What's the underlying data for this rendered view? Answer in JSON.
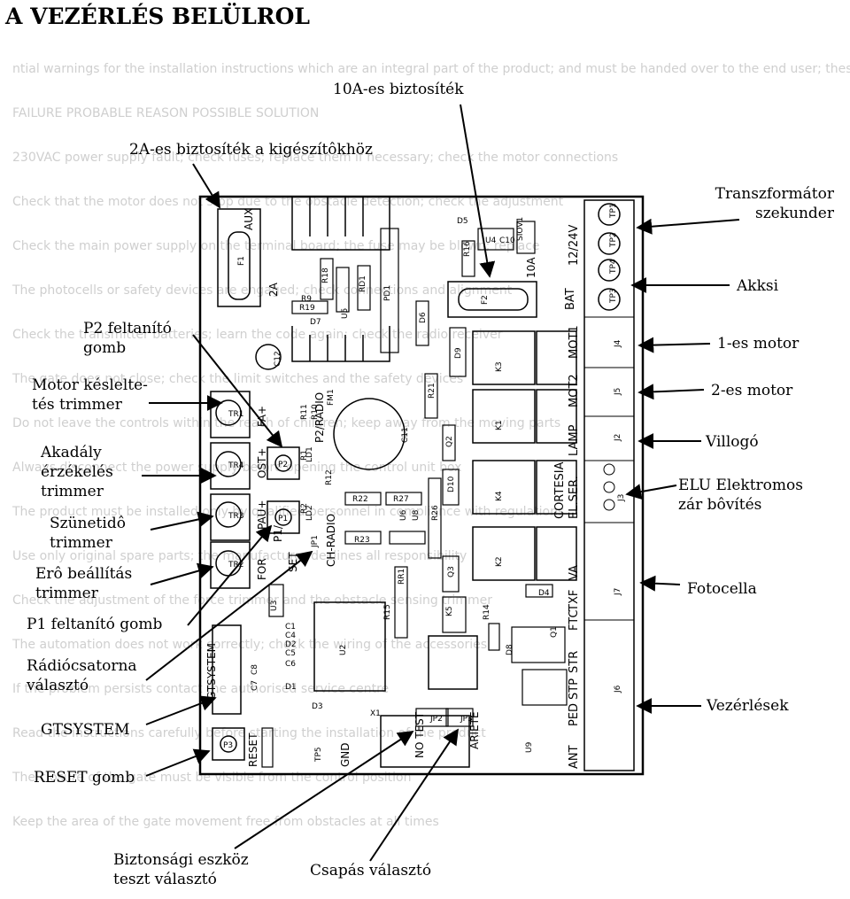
{
  "title": "A VEZÉRLÉS BELÜLROL",
  "background_text": [
    "ntial warnings for the installation instructions which are an integral part of the product; and must be handed over to the end user; these provide important installation, use and maintenance instructions. Keep this form and give it to any person who may use the system; the installation, programming and maintenance must be carried out by qualified personnel",
    "FAILURE          PROBABLE REASON          POSSIBLE SOLUTION",
    "230VAC power supply fault; check fuses; replace them if necessary; check the motor connections",
    "Check that the motor does not stop due to the obstacle detection; check the adjustment",
    "Check the main power supply on the terminal board; the fuse may be blown; replace",
    "The photocells or safety devices are engaged; check connections and alignment",
    "Check the transmitter batteries; learn the code again; check the radio receiver",
    "The gate does not close; check the limit switches and the safety devices",
    "Do not leave the controls within the reach of children; keep away from the moving parts",
    "Always disconnect the power supply before opening the control unit box",
    "The product must be installed only by qualified personnel in compliance with regulations",
    "Use only original spare parts; the manufacturer declines all responsibility",
    "Check the adjustment of the force trimmer and the obstacle sensing trimmer",
    "The automation does not work correctly; check the wiring of the accessories",
    "If the problem persists contact the authorised service centre",
    "Read the instructions carefully before starting the installation of the product",
    "The closure of the gate must be visible from the control position",
    "Keep the area of the gate movement free from obstacles at all times"
  ],
  "board": {
    "connectors": [
      "TP1",
      "TP2",
      "TP4",
      "TP3",
      "J4",
      "J5",
      "J2",
      "J3",
      "J7",
      "J6"
    ],
    "terminal_labels": [
      "12/24V",
      "BAT",
      "MOT1",
      "MOT2",
      "LAMP",
      "CORTESIA",
      "EL.SER.",
      "VA",
      "TXF",
      "FTC",
      "STR",
      "STP",
      "PED",
      "ANT"
    ],
    "left_labels": [
      "AUX",
      "2A",
      "P2/RADIO",
      "FA+",
      "OST+",
      "PAU+",
      "FOR",
      "SET",
      "P1/",
      "CH-RADIO",
      "GTSYSTEM",
      "RESET",
      "GND",
      "NO TEST",
      "ARIETE"
    ],
    "component_labels": [
      "F1",
      "F2",
      "10A",
      "R18",
      "R19",
      "RD1",
      "PD1",
      "D6",
      "D9",
      "R16",
      "U4",
      "C10",
      "SIOV1",
      "D5",
      "K3",
      "K1",
      "K4",
      "K2",
      "R21",
      "Q2",
      "D10",
      "R26",
      "Q3",
      "C11",
      "C12",
      "FM1",
      "U5",
      "D7",
      "R9",
      "TR1",
      "TR4",
      "TR3",
      "TR2",
      "P1",
      "P2",
      "P3",
      "LD1",
      "LD2",
      "R11",
      "R10",
      "R1",
      "R12",
      "R2",
      "R22",
      "R27",
      "R23",
      "U2",
      "U3",
      "U6",
      "U8",
      "U9",
      "RR1",
      "R15",
      "R14",
      "K5",
      "JP1",
      "JP2",
      "JP3",
      "X1",
      "TP5",
      "D1",
      "D2",
      "D3",
      "D4",
      "C1",
      "C4",
      "C5",
      "C6",
      "C7",
      "C8",
      "Q1",
      "D8"
    ],
    "callouts": [
      {
        "text": "10A-es biztosíték"
      },
      {
        "text": "2A-es biztosíték a kigészítôkhöz"
      },
      {
        "text": "Transzformátor\nszekunder"
      },
      {
        "text": "Akksi"
      },
      {
        "text": "1-es motor"
      },
      {
        "text": "2-es motor"
      },
      {
        "text": "Villogó"
      },
      {
        "text": "ELU Elektromos\nzár bôvítés"
      },
      {
        "text": "Fotocella"
      },
      {
        "text": "Vezérlések"
      },
      {
        "text": "P2 feltanító\ngomb"
      },
      {
        "text": "Motor késlelte-\ntés trimmer"
      },
      {
        "text": "Akadály\nérzékelés\ntrimmer"
      },
      {
        "text": "Szünetidô\ntrimmer"
      },
      {
        "text": "Erô beállítás\ntrimmer"
      },
      {
        "text": "P1 feltanító gomb"
      },
      {
        "text": "Rádiócsatorna\nválasztó"
      },
      {
        "text": "GTSYSTEM"
      },
      {
        "text": "RESET gomb"
      },
      {
        "text": "Biztonsági eszköz\nteszt választó"
      },
      {
        "text": "Csapás választó"
      }
    ]
  }
}
